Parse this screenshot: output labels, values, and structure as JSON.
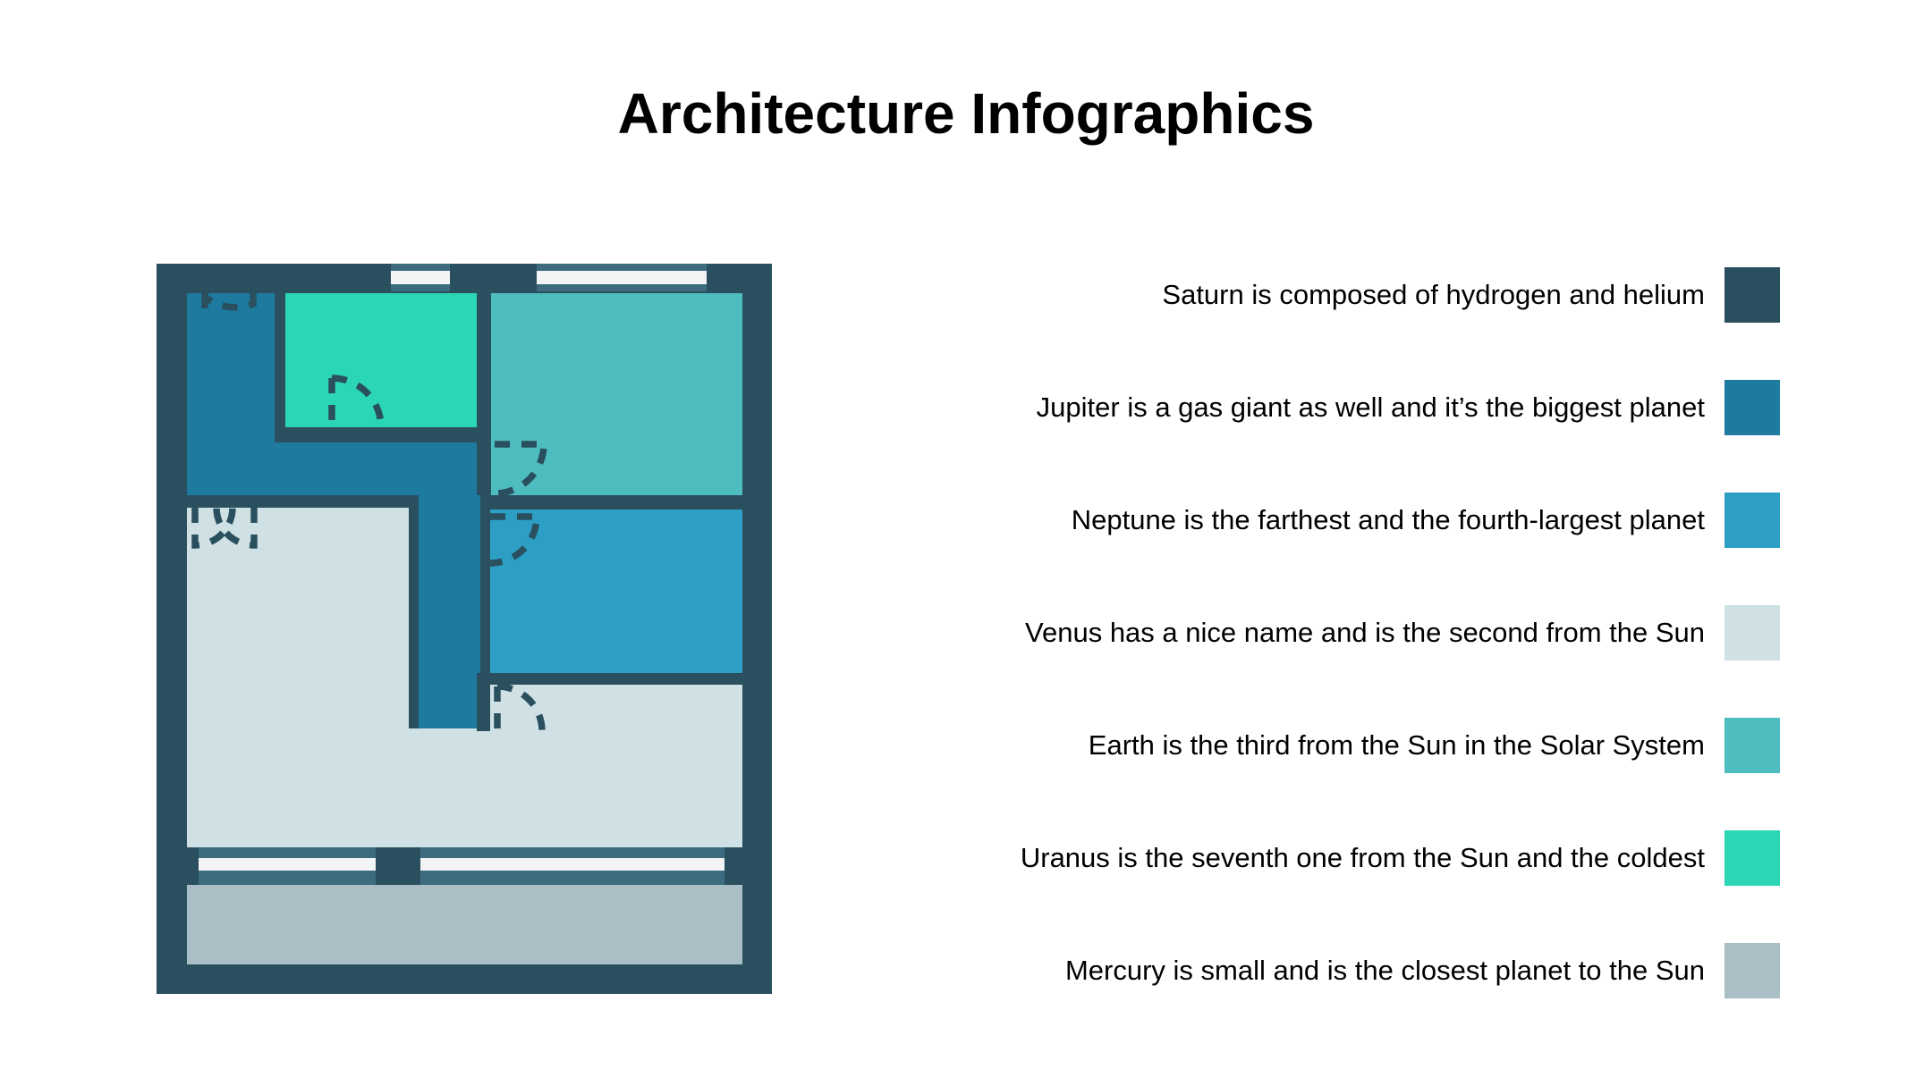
{
  "title": "Architecture Infographics",
  "colors": {
    "background": "#ffffff",
    "saturn": "#2a505f",
    "jupiter": "#1e7b9f",
    "neptune": "#2d9fc4",
    "venus": "#cfe1e5",
    "earth": "#4ebdbf",
    "uranus": "#2bd6b4",
    "mercury": "#aabfc5",
    "window_frame": "#3d6b80",
    "window_glass": "#f2f4f5",
    "text": "#000000"
  },
  "legend": {
    "items": [
      {
        "id": "saturn",
        "label": "Saturn is composed of hydrogen and helium"
      },
      {
        "id": "jupiter",
        "label": "Jupiter is a gas giant as well and it’s the biggest planet"
      },
      {
        "id": "neptune",
        "label": "Neptune is the farthest and the fourth-largest planet"
      },
      {
        "id": "venus",
        "label": "Venus has a nice name and is the second from the Sun"
      },
      {
        "id": "earth",
        "label": "Earth is the third from the Sun in the Solar System"
      },
      {
        "id": "uranus",
        "label": "Uranus is the seventh one from the Sun and the coldest"
      },
      {
        "id": "mercury",
        "label": "Mercury is small and is the closest planet to the Sun"
      }
    ]
  },
  "floor_plan": {
    "description": "Stylized apartment floor plan; rooms color-coded to the legend planets",
    "rooms": [
      {
        "id": "hallway",
        "color_key": "jupiter"
      },
      {
        "id": "room-top-mid",
        "color_key": "uranus"
      },
      {
        "id": "room-top-right",
        "color_key": "earth"
      },
      {
        "id": "room-mid-right",
        "color_key": "neptune"
      },
      {
        "id": "living-area",
        "color_key": "venus"
      },
      {
        "id": "balcony",
        "color_key": "mercury"
      },
      {
        "id": "walls",
        "color_key": "saturn"
      }
    ]
  }
}
